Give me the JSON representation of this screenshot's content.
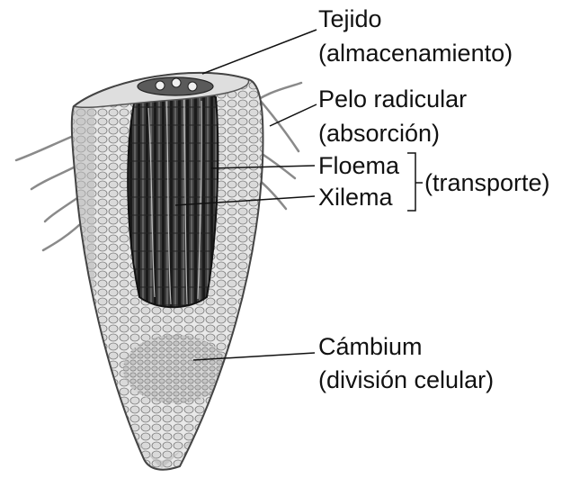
{
  "labels": {
    "tejido_line1": "Tejido",
    "tejido_line2": "(almacenamiento)",
    "pelo_line1": "Pelo radicular",
    "pelo_line2": "(absorción)",
    "floema": "Floema",
    "xilema": "Xilema",
    "transporte": "(transporte)",
    "cambium_line1": "Cámbium",
    "cambium_line2": "(división celular)"
  }
}
